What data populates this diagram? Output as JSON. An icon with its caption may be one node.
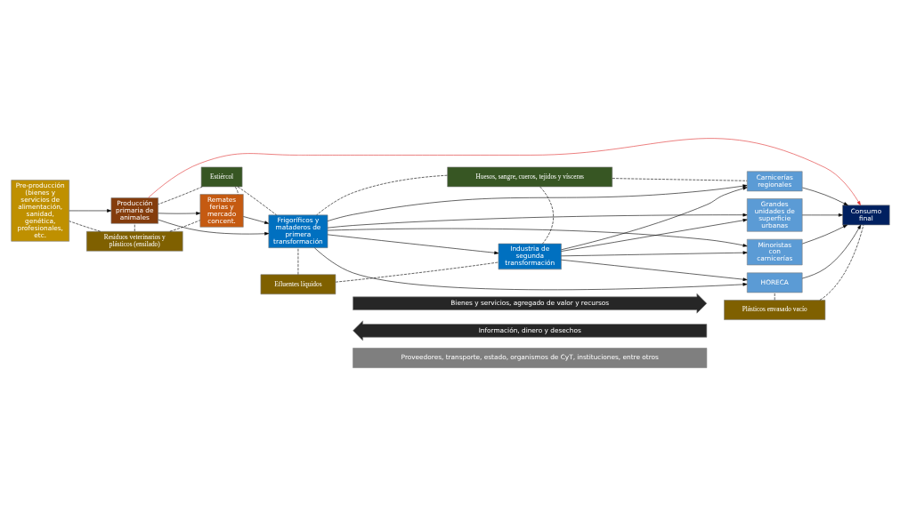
{
  "diagram": {
    "nodes": [
      {
        "text": [
          "Estiércol"
        ]
      },
      {
        "text": [
          "Huesos, sangre, cueros, tejidos y vísceras"
        ]
      },
      {
        "text": [
          "Pre-producción (bienes y servicios de alimentación, sanidad, genética, profesionales, etc."
        ]
      },
      {
        "text": [
          "Producción primaria de animales"
        ]
      },
      {
        "text": [
          "Remates ferias y mercado concent."
        ]
      },
      {
        "text": [
          "Frigoríficos y mataderos de primera transformación"
        ]
      },
      {
        "text": [
          "Industria de segunda transformación"
        ]
      },
      {
        "text": [
          "Carnicerías regionales"
        ]
      },
      {
        "text": [
          "Grandes unidades de superficie urbanas"
        ]
      },
      {
        "text": [
          "Minoristas con carnicerías"
        ]
      },
      {
        "text": [
          "HORECA"
        ]
      },
      {
        "text": [
          "Consumo final"
        ]
      },
      {
        "text": [
          "Residuos veterinarios y plásticos (ensilado)"
        ]
      },
      {
        "text": [
          "Efluentes líquidos"
        ]
      },
      {
        "text": [
          "Plásticos envasado vacío"
        ]
      },
      {
        "text": [
          "Bienes y servicios, agregado de valor y recursos"
        ]
      },
      {
        "text": [
          "Información, dinero y desechos"
        ]
      },
      {
        "text": [
          "Proveedores, transporte, estado, organismos de CyT, instituciones, entre otros"
        ]
      }
    ],
    "edges": [
      {
        "from": 2,
        "to": 3,
        "arrow": "to"
      },
      {
        "from": 3,
        "to": 4,
        "arrow": "to"
      },
      {
        "from": 4,
        "to": 5,
        "arrow": "to"
      },
      {
        "from": 3,
        "to": 5,
        "arrow": "to"
      },
      {
        "from": 5,
        "to": 6,
        "arrow": "to"
      },
      {
        "from": 6,
        "to": 7,
        "arrow": "to"
      },
      {
        "from": 6,
        "to": 8,
        "arrow": "to"
      },
      {
        "from": 6,
        "to": 9,
        "arrow": "to"
      },
      {
        "from": 6,
        "to": 10,
        "arrow": "to"
      },
      {
        "from": 5,
        "to": 7,
        "arrow": "to"
      },
      {
        "from": 5,
        "to": 8,
        "arrow": "to"
      },
      {
        "from": 5,
        "to": 9,
        "arrow": "to"
      },
      {
        "from": 5,
        "to": 10,
        "arrow": "to"
      },
      {
        "from": 7,
        "to": 11,
        "arrow": "to"
      },
      {
        "from": 8,
        "to": 11,
        "arrow": "to"
      },
      {
        "from": 9,
        "to": 11,
        "arrow": "to"
      },
      {
        "from": 10,
        "to": 11,
        "arrow": "to"
      },
      {
        "from": 3,
        "to": 11,
        "arrow": "to",
        "color": "#e03030"
      },
      {
        "from": 0,
        "to": 3,
        "arrow": "none",
        "style": "dashed"
      },
      {
        "from": 0,
        "to": 4,
        "arrow": "none",
        "style": "dashed"
      },
      {
        "from": 0,
        "to": 5,
        "arrow": "none",
        "style": "dashed"
      },
      {
        "from": 1,
        "to": 5,
        "arrow": "none",
        "style": "dashed"
      },
      {
        "from": 1,
        "to": 6,
        "arrow": "none",
        "style": "dashed"
      },
      {
        "from": 1,
        "to": 7,
        "arrow": "none",
        "style": "dashed"
      },
      {
        "from": 12,
        "to": 2,
        "arrow": "none",
        "style": "dashed"
      },
      {
        "from": 12,
        "to": 3,
        "arrow": "none",
        "style": "dashed"
      },
      {
        "from": 12,
        "to": 4,
        "arrow": "none",
        "style": "dashed"
      },
      {
        "from": 13,
        "to": 5,
        "arrow": "none",
        "style": "dashed"
      },
      {
        "from": 13,
        "to": 6,
        "arrow": "none",
        "style": "dashed"
      },
      {
        "from": 14,
        "to": 10,
        "arrow": "none",
        "style": "dashed"
      },
      {
        "from": 14,
        "to": 11,
        "arrow": "none",
        "style": "dashed"
      }
    ]
  }
}
